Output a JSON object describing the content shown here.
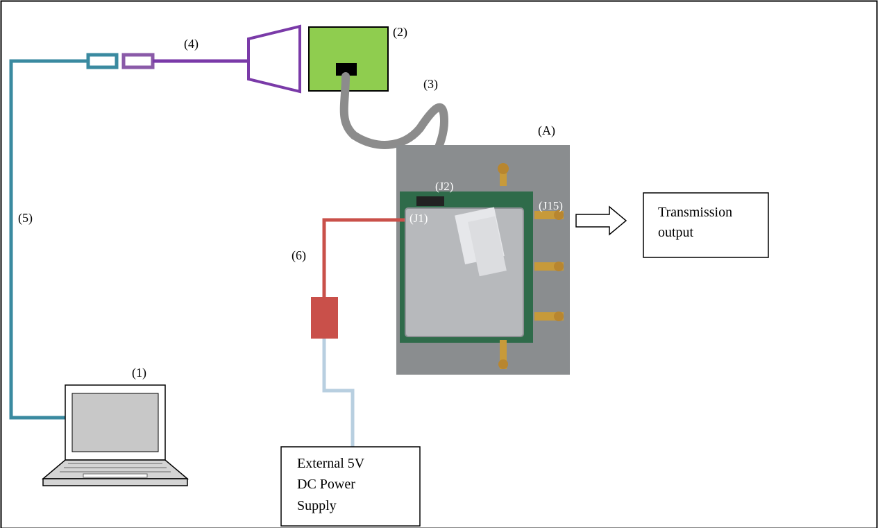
{
  "labels": {
    "laptop": "(1)",
    "hub": "(2)",
    "gray_cable": "(3)",
    "purple_cable": "(4)",
    "blue_cable": "(5)",
    "red_cable": "(6)",
    "board": "(A)",
    "j1": "(J1)",
    "j2": "(J2)",
    "j15": "(J15)"
  },
  "boxes": {
    "transmission": {
      "line1": "Transmission",
      "line2": "output"
    },
    "power": {
      "line1": "External 5V",
      "line2": "DC  Power",
      "line3": "Supply"
    }
  },
  "colors": {
    "blue_cable": "#3a8aa0",
    "purple_cable": "#7a3aa8",
    "gray_cable": "#8c8c8c",
    "red_cable": "#c9504a",
    "lightblue_cable": "#b8cfe0",
    "hub_green": "#8fcd4f",
    "laptop_screen": "#c8c8c8",
    "board_bg": "#8a8d8f"
  }
}
